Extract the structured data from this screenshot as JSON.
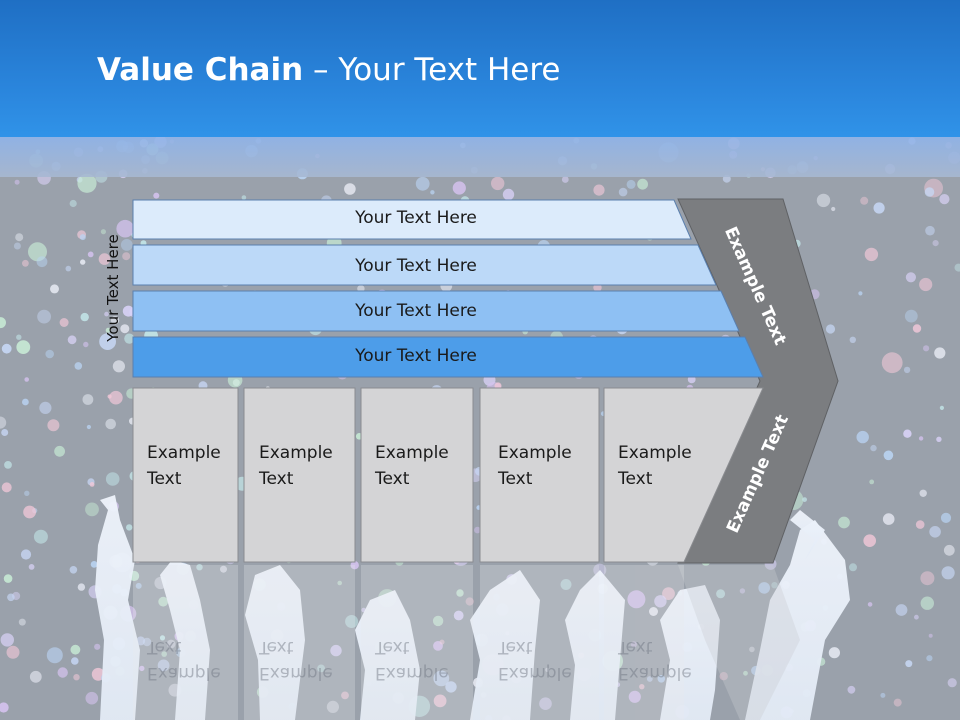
{
  "title": {
    "bold": "Value Chain",
    "rest": " – Your Text Here"
  },
  "side_label": "Your Text Here",
  "support_bars": [
    {
      "label": "Your Text Here",
      "color": "#dcebfb"
    },
    {
      "label": "Your Text Here",
      "color": "#bcd9f8"
    },
    {
      "label": "Your Text Here",
      "color": "#8ec0f3"
    },
    {
      "label": "Your Text Here",
      "color": "#4d9de9"
    }
  ],
  "primary_activities": [
    {
      "line1": "Example",
      "line2": "Text"
    },
    {
      "line1": "Example",
      "line2": "Text"
    },
    {
      "line1": "Example",
      "line2": "Text"
    },
    {
      "line1": "Example",
      "line2": "Text"
    },
    {
      "line1": "Example",
      "line2": "Text"
    }
  ],
  "chevron": {
    "upper": "Example Text",
    "lower": "Example Text",
    "color": "#7b7d80"
  },
  "colors": {
    "header": "#2b87de",
    "activity_fill": "#d4d4d6"
  }
}
